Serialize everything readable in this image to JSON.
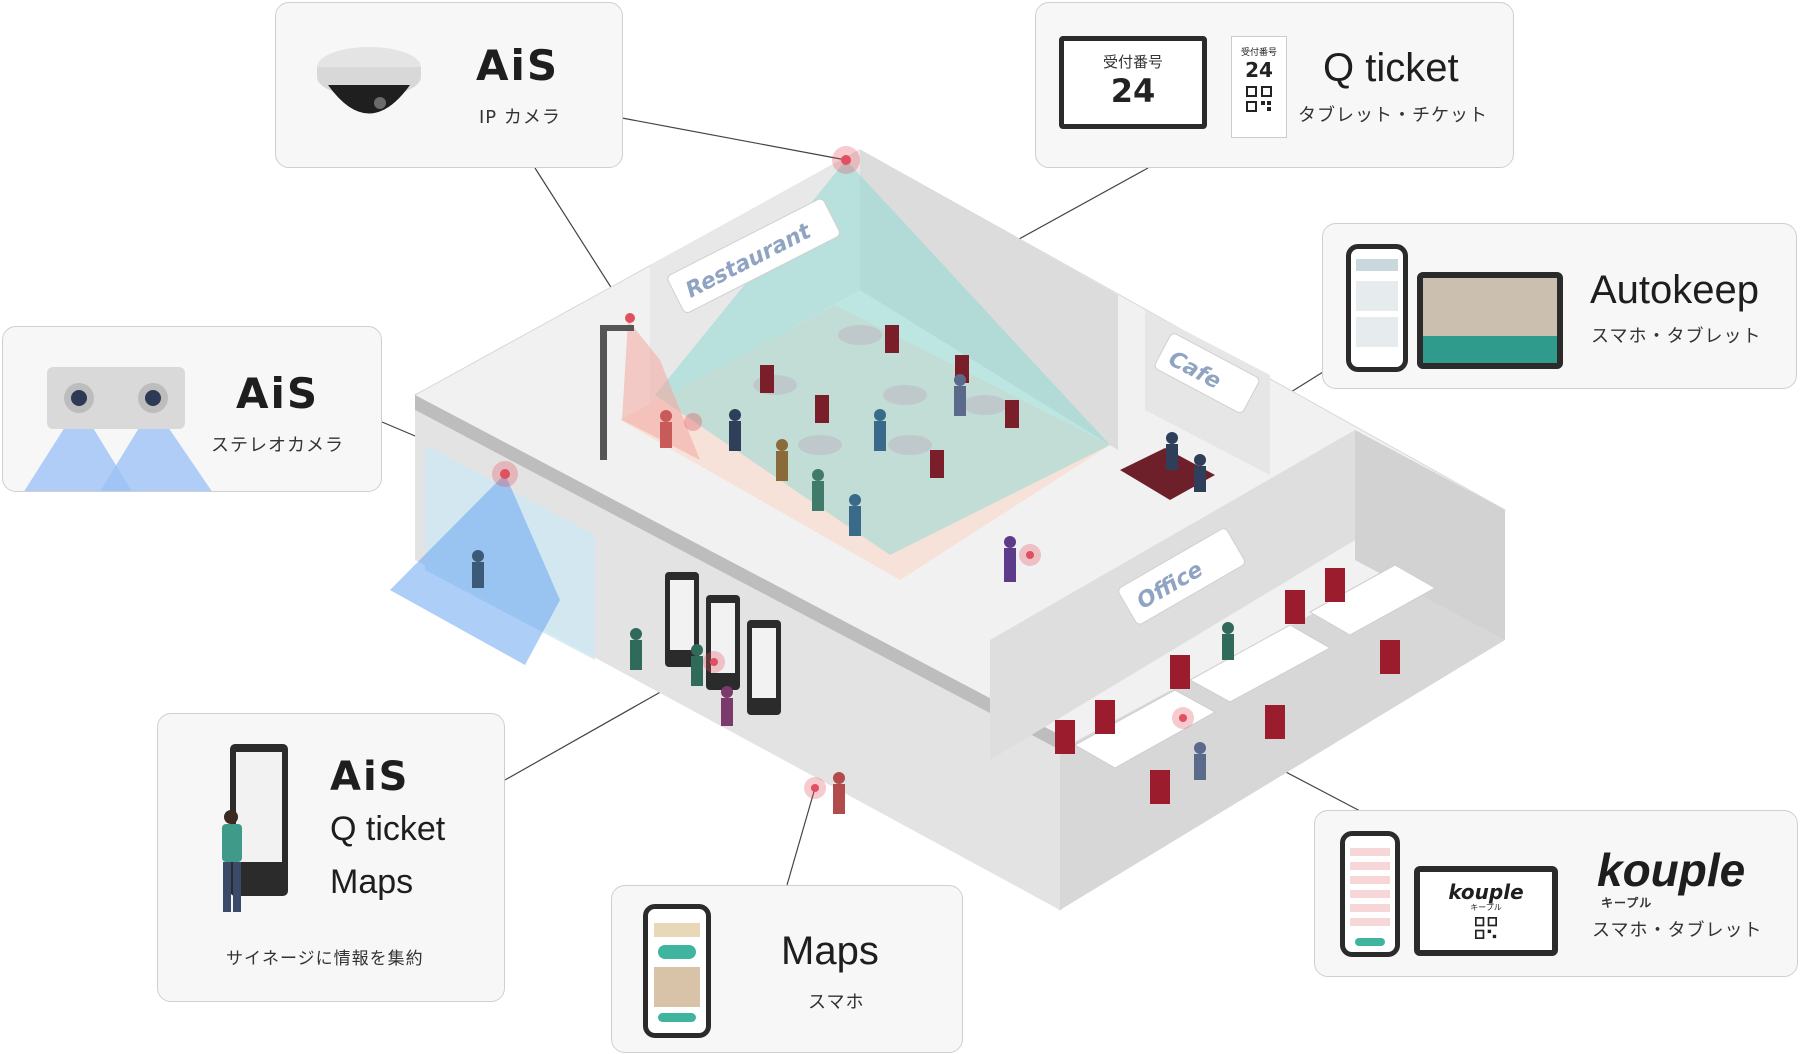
{
  "callouts": {
    "ip_camera": {
      "logo": "AiS",
      "subtitle": "IP カメラ"
    },
    "stereo_camera": {
      "logo": "AiS",
      "subtitle": "ステレオカメラ"
    },
    "q_ticket": {
      "display_label": "受付番号",
      "display_number": "24",
      "ticket_label": "受付番号",
      "ticket_number": "24",
      "title": "Q ticket",
      "subtitle": "タブレット・チケット"
    },
    "autokeep": {
      "title": "Autokeep",
      "subtitle": "スマホ・タブレット"
    },
    "signage": {
      "logo": "AiS",
      "line2": "Q ticket",
      "line3": "Maps",
      "caption": "サイネージに情報を集約"
    },
    "maps": {
      "title": "Maps",
      "subtitle": "スマホ"
    },
    "kouple": {
      "logo": "kouple",
      "logo_kana": "キープル",
      "tablet_logo": "kouple",
      "tablet_kana": "キープル",
      "subtitle": "スマホ・タブレット"
    }
  },
  "scene": {
    "restaurant_sign": "Restaurant",
    "cafe_sign": "Cafe",
    "office_sign": "Office"
  },
  "colors": {
    "accent_red": "#e0505e",
    "cyan_cone": "#7fd8cf",
    "blue_cone": "#6aa6f0",
    "seat_red": "#9b1c2c",
    "floor": "#ececec",
    "wall": "#dcdcdc"
  }
}
